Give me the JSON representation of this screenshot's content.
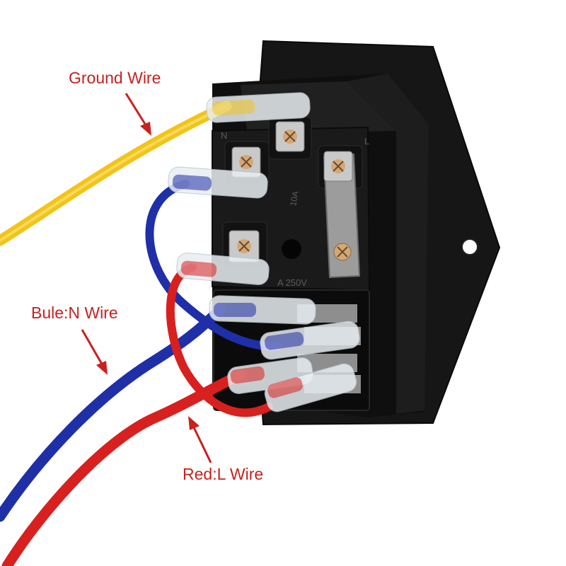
{
  "labels": {
    "ground": "Ground Wire",
    "blue": "Bule:N Wire",
    "red": "Red:L Wire"
  },
  "housing_markings": {
    "left_letter": "N",
    "right_letter": "L",
    "rating": "A 250V",
    "current": "10A"
  },
  "colors": {
    "label": "#c8211e",
    "ground_wire": "#f2c419",
    "neutral_wire": "#1f2fa8",
    "live_wire": "#d8201f",
    "housing": "#141414"
  }
}
